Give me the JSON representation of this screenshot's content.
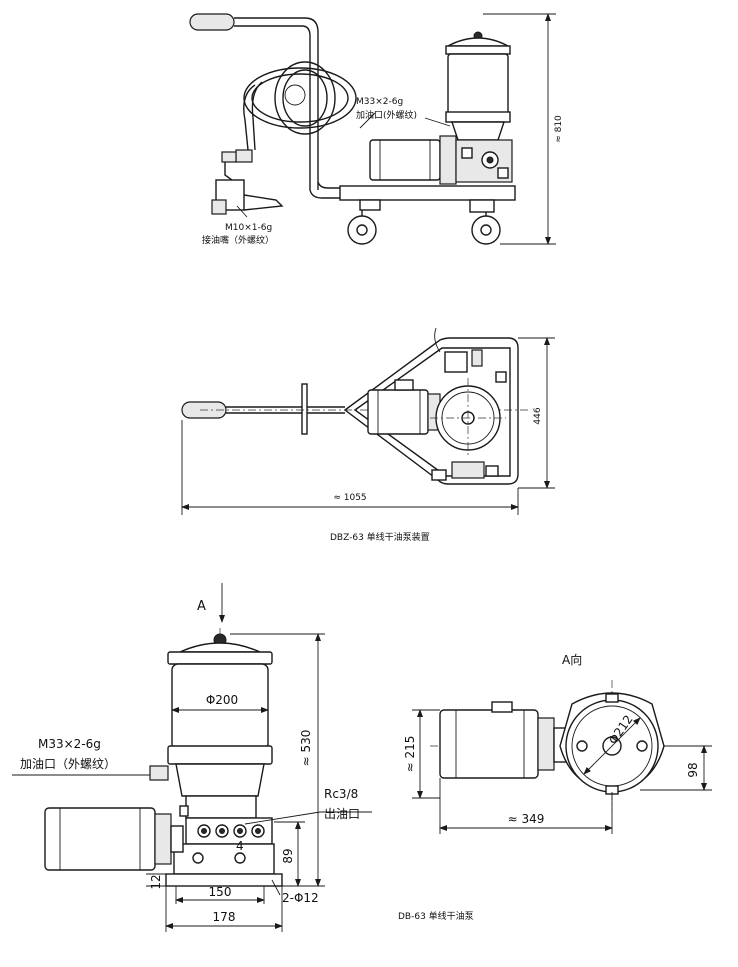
{
  "view1": {
    "dim_height": "≈ 810",
    "label_fill_thread": "M33×2-6g",
    "label_fill_port": "加油口(外螺纹)",
    "label_nozzle_thread": "M10×1-6g",
    "label_nozzle": "接油嘴（外螺纹）"
  },
  "view2": {
    "dim_width": "≈ 1055",
    "dim_depth": "446",
    "caption": "DBZ-63 单线干油泵装置"
  },
  "view3": {
    "arrow_label": "A",
    "dim_dia": "Φ200",
    "dim_height": "≈ 530",
    "label_fill_thread": "M33×2-6g",
    "label_fill_port": "加油口（外螺纹）",
    "label_outlet_thread": "Rc3/8",
    "label_outlet": "出油口",
    "dim_4": "4",
    "dim_89": "89",
    "dim_12": "12",
    "dim_150": "150",
    "dim_178": "178",
    "dim_holes": "2-Φ12"
  },
  "view4": {
    "title": "A向",
    "dim_dia": "Φ212",
    "dim_215": "≈ 215",
    "dim_349": "≈ 349",
    "dim_98": "98",
    "caption": "DB-63 单线干油泵"
  }
}
